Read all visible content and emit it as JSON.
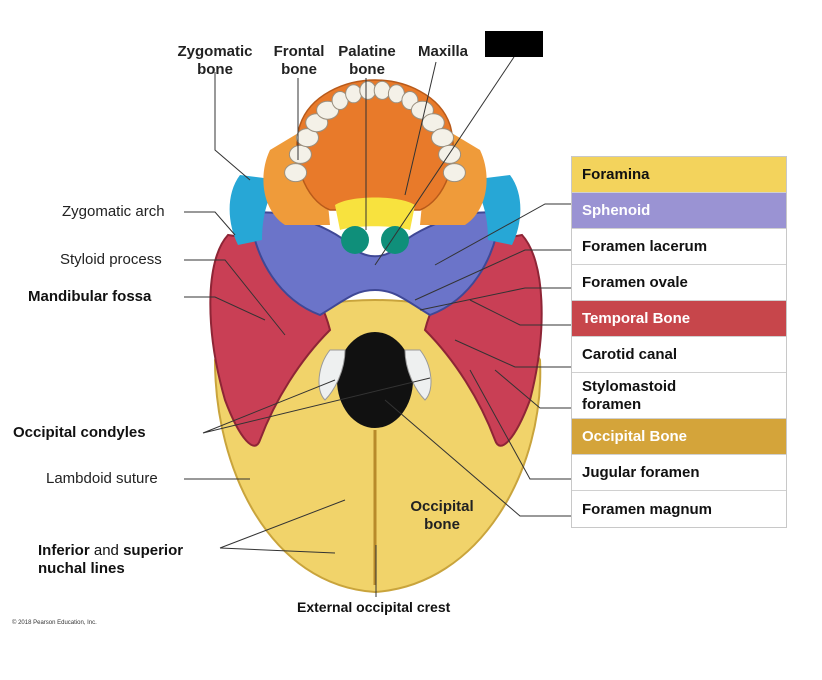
{
  "labels_top": {
    "zygomatic_bone": "Zygomatic\nbone",
    "frontal_bone": "Frontal\nbone",
    "palatine_bone": "Palatine\nbone",
    "maxilla": "Maxilla"
  },
  "labels_left": {
    "zygomatic_arch": "Zygomatic arch",
    "styloid_process": "Styloid process",
    "mandibular_fossa": "Mandibular fossa",
    "occipital_condyles": "Occipital condyles",
    "lambdoid_suture": "Lambdoid suture",
    "inferior_word": "Inferior",
    "and_word": " and ",
    "superior_word": "superior",
    "nuchal_lines": "nuchal lines"
  },
  "labels_center": {
    "occipital_bone": "Occipital\nbone",
    "external_occipital_crest": "External occipital crest"
  },
  "legend": [
    {
      "label": "Foramina",
      "bg": "#f3d35c",
      "fg": "#111111"
    },
    {
      "label": "Sphenoid",
      "bg": "#9a93d3",
      "fg": "#ffffff"
    },
    {
      "label": "Foramen lacerum",
      "bg": "#ffffff",
      "fg": "#111111"
    },
    {
      "label": "Foramen ovale",
      "bg": "#ffffff",
      "fg": "#111111"
    },
    {
      "label": "Temporal Bone",
      "bg": "#c7464b",
      "fg": "#ffffff"
    },
    {
      "label": "Carotid canal",
      "bg": "#ffffff",
      "fg": "#111111"
    },
    {
      "label": "Stylomastoid\nforamen",
      "bg": "#ffffff",
      "fg": "#111111"
    },
    {
      "label": "Occipital Bone",
      "bg": "#d4a43a",
      "fg": "#ffffff"
    },
    {
      "label": "Jugular foramen",
      "bg": "#ffffff",
      "fg": "#111111"
    },
    {
      "label": "Foramen magnum",
      "bg": "#ffffff",
      "fg": "#111111"
    }
  ],
  "copyright": "© 2018 Pearson Education, Inc."
}
